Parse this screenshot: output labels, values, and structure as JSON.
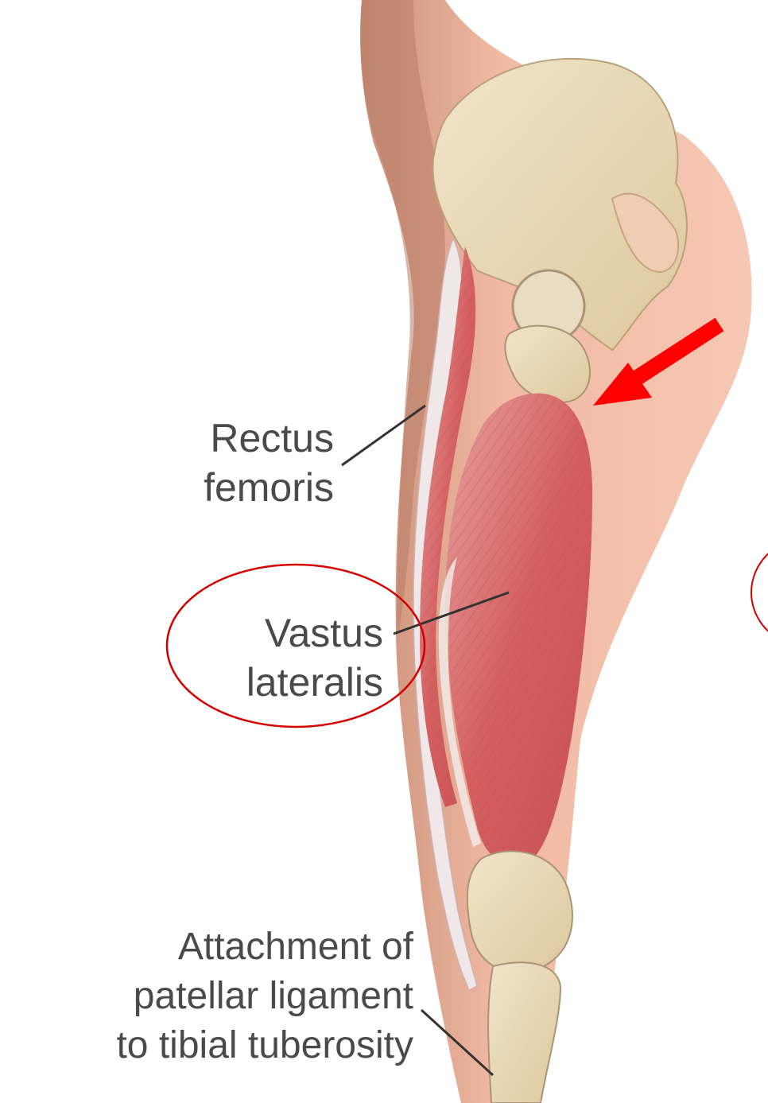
{
  "labels": {
    "rectus_femoris": "Rectus\nfemoris",
    "vastus_lateralis": "Vastus\nlateralis",
    "attachment": "Attachment of\npatellar ligament\nto tibial tuberosity"
  },
  "colors": {
    "background": "#ffffff",
    "skin": "#f0b59d",
    "bone": "#eadbb4",
    "muscle": "#d96c6b",
    "tendon": "#efe6e6",
    "highlight_circle": "#d40000",
    "arrow": "#ff0000",
    "label_text": "#4a4a4a",
    "leader_line": "#333333"
  },
  "annotations": {
    "circled_label": "vastus_lateralis",
    "arrow_target": "greater trochanter / muscle origin"
  }
}
